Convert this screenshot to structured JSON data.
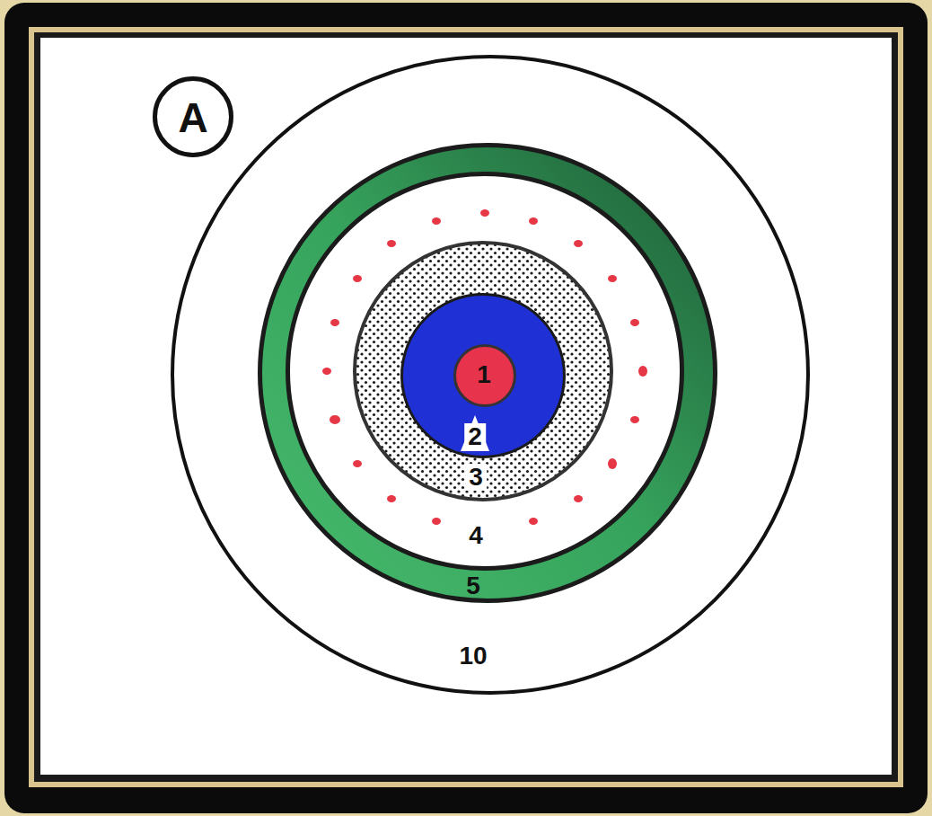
{
  "diagram": {
    "nodes": [
      {
        "text": [
          "A"
        ]
      },
      {
        "text": [
          "10"
        ]
      },
      {
        "text": [
          "5"
        ],
        "in": 1
      },
      {
        "text": [
          "4"
        ],
        "in": 2
      },
      {
        "text": [
          "3"
        ],
        "in": 3
      },
      {
        "text": [
          "2"
        ],
        "in": 4
      },
      {
        "text": [
          "1"
        ],
        "in": 5
      }
    ]
  }
}
